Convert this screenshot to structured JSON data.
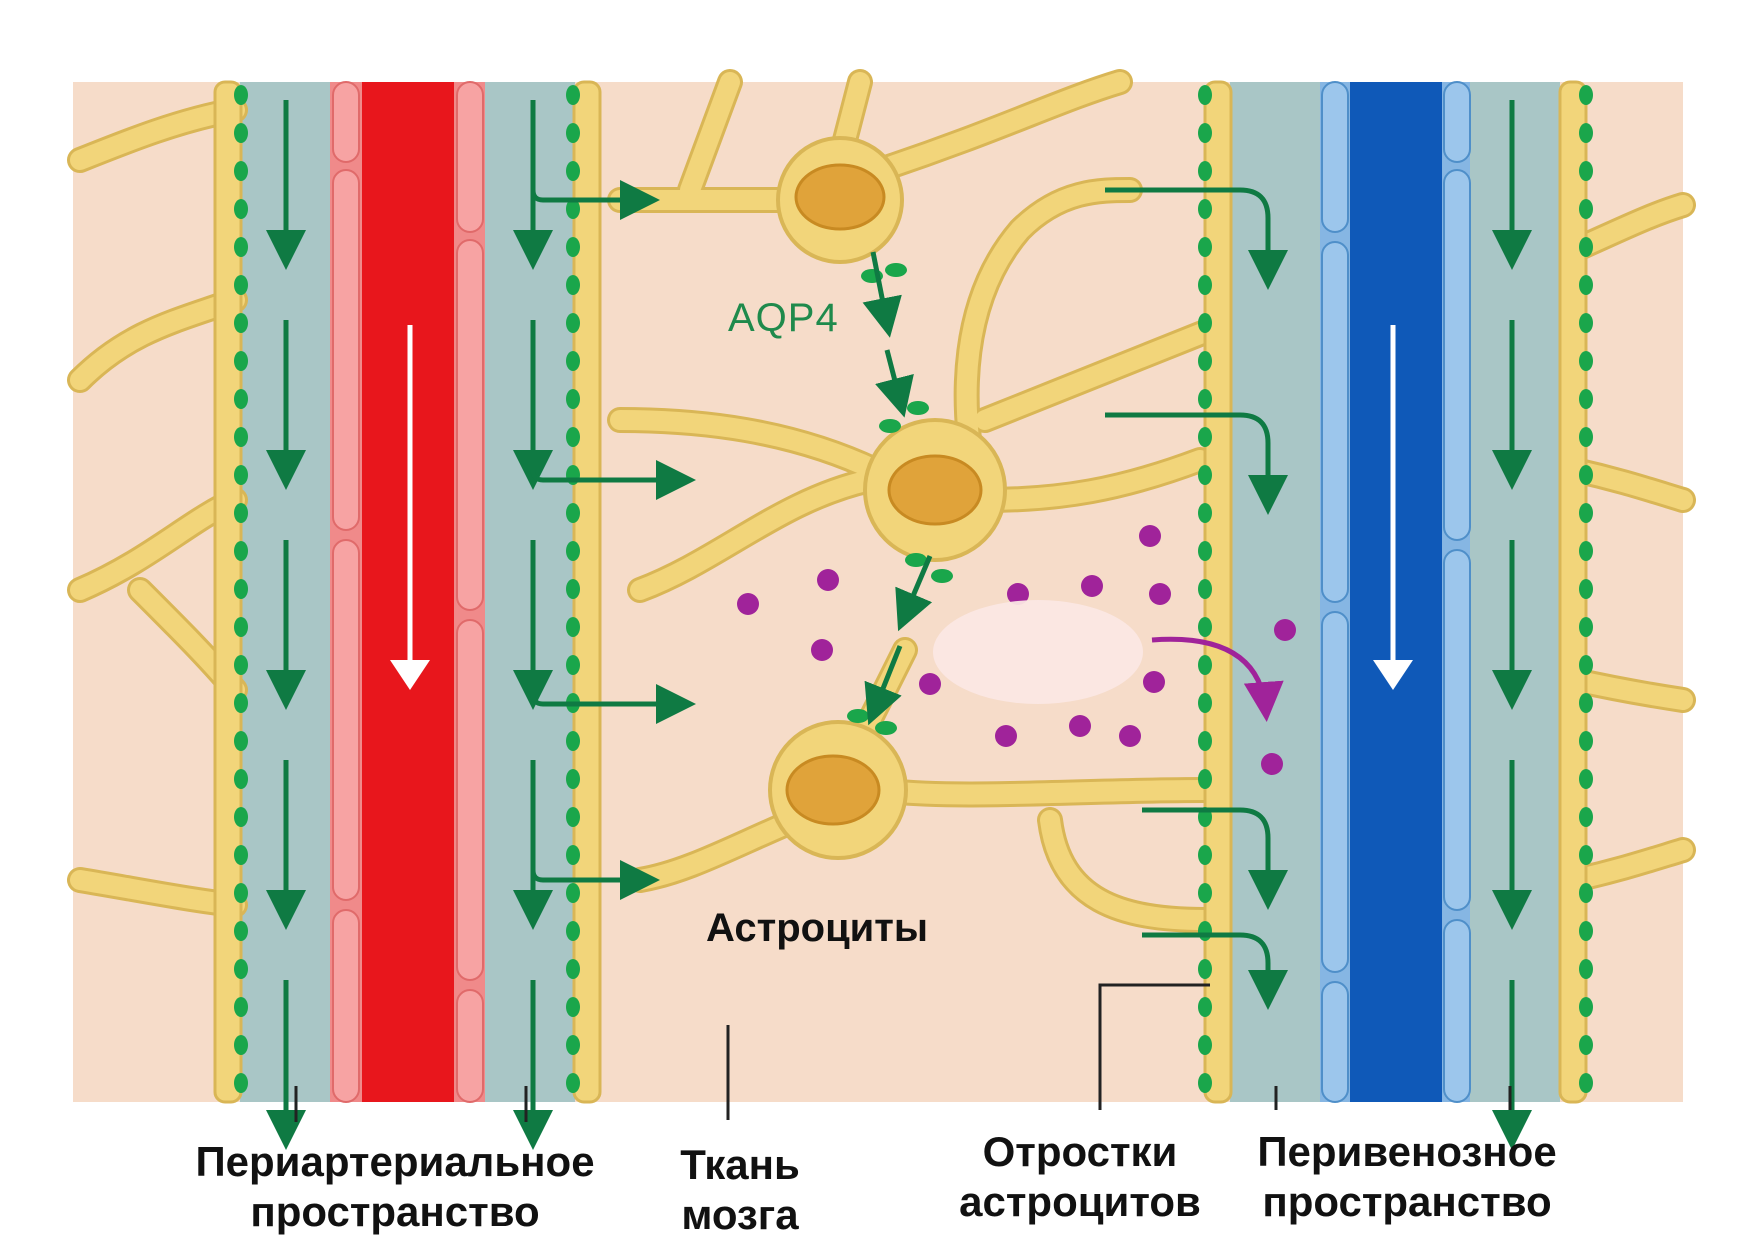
{
  "labels": {
    "aqp4": "AQP4",
    "astrocytes": "Астроциты",
    "periarterial": [
      "Периартериальное",
      "пространство"
    ],
    "brain_tissue": [
      "Ткань",
      "мозга"
    ],
    "processes": [
      "Отростки",
      "астроцитов"
    ],
    "perivenous": [
      "Перивенозное",
      "пространство"
    ]
  },
  "colors": {
    "tissue": "#f6dcc9",
    "perivascular_space": "#a9c6c6",
    "artery": "#e8161c",
    "artery_endothelium": "#f08a8a",
    "vein": "#0f59b8",
    "vein_endothelium": "#86b6e3",
    "astrocyte_process": "#f2d57a",
    "astrocyte_nucleus": "#e0a33a",
    "aqp4_channel": "#1aa64b",
    "flow_arrow": "#0f7a43",
    "solute": "#a0239a",
    "solute_arrow": "#a0239a"
  }
}
